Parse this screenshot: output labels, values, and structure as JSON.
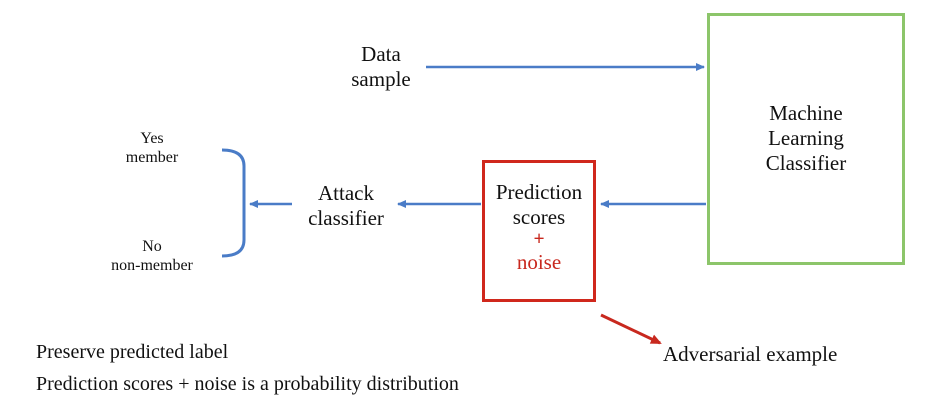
{
  "nodes": {
    "data_sample": {
      "line1": "Data",
      "line2": "sample"
    },
    "ml_classifier": {
      "line1": "Machine",
      "line2": "Learning",
      "line3": "Classifier"
    },
    "prediction": {
      "line1": "Prediction",
      "line2": "scores",
      "plus": "+",
      "noise": "noise"
    },
    "attack_classifier": {
      "line1": "Attack",
      "line2": "classifier"
    },
    "yes_label": {
      "line1": "Yes",
      "line2": "member"
    },
    "no_label": {
      "line1": "No",
      "line2": "non-member"
    },
    "adversarial": {
      "label": "Adversarial example"
    }
  },
  "notes": [
    "Preserve predicted label",
    "Prediction scores + noise is a probability distribution"
  ],
  "colors": {
    "arrow": "#4a7cc7",
    "ml_box": "#8cc56a",
    "pred_box": "#d0281c",
    "accent_text": "#c8281e"
  }
}
